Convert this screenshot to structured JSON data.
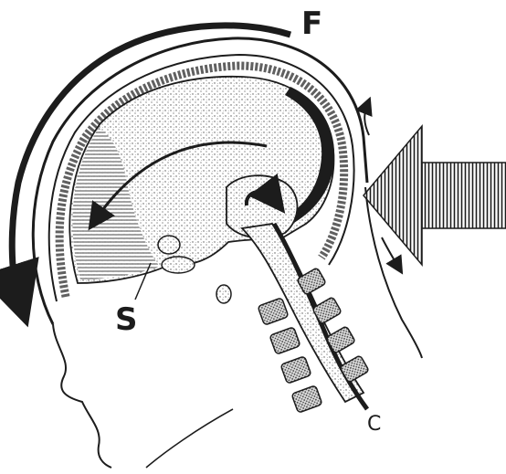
{
  "labels": {
    "f": "F",
    "s": "S",
    "c": "C"
  },
  "colors": {
    "ink": "#1c1c1c",
    "background": "#ffffff",
    "stipple": "#555555"
  },
  "icons": {
    "impact_arrow": "block-arrow-left-icon",
    "rotation_arrow": "curved-arrow-icon"
  }
}
